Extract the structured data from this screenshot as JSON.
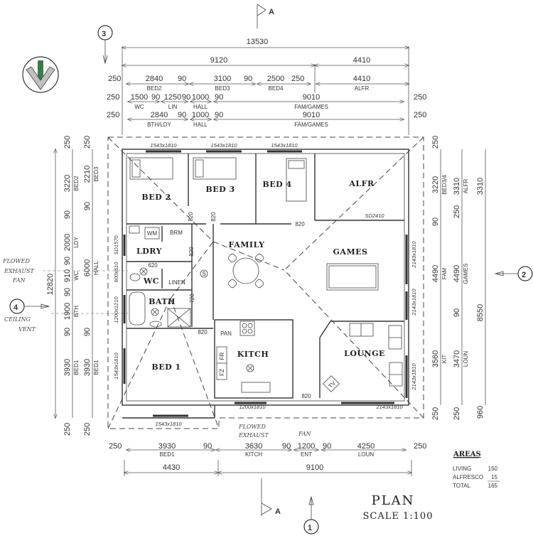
{
  "plan": {
    "title": "PLAN",
    "scale": "SCALE 1:100",
    "section_marker": "A",
    "compass": "north-arrow"
  },
  "markers": {
    "m1": "1",
    "m2": "2",
    "m3": "3",
    "m4": "4"
  },
  "top_dims": {
    "overall": "13530",
    "row2": [
      "9120",
      "4410"
    ],
    "row3": [
      {
        "value": "250",
        "label": ""
      },
      {
        "value": "2840",
        "label": "BED2"
      },
      {
        "value": "90",
        "label": ""
      },
      {
        "value": "3100",
        "label": "BED3"
      },
      {
        "value": "90",
        "label": ""
      },
      {
        "value": "2500",
        "label": "BED4"
      },
      {
        "value": "250",
        "label": ""
      },
      {
        "value": "4410",
        "label": "ALFR"
      }
    ],
    "row4": [
      {
        "value": "250",
        "label": ""
      },
      {
        "value": "1500",
        "label": "WC"
      },
      {
        "value": "90",
        "label": ""
      },
      {
        "value": "1250",
        "label": "LIN"
      },
      {
        "value": "90",
        "label": ""
      },
      {
        "value": "1000",
        "label": "HALL"
      },
      {
        "value": "90",
        "label": ""
      },
      {
        "value": "9010",
        "label": "FAM/GAMES"
      },
      {
        "value": "250",
        "label": ""
      }
    ],
    "row5": [
      {
        "value": "250",
        "label": ""
      },
      {
        "value": "2840",
        "label": "BTH/LDY"
      },
      {
        "value": "90",
        "label": ""
      },
      {
        "value": "1000",
        "label": "HALL"
      },
      {
        "value": "90",
        "label": ""
      },
      {
        "value": "9010",
        "label": "FAM/GAMES"
      },
      {
        "value": "250",
        "label": ""
      }
    ]
  },
  "bottom_dims": {
    "row1": [
      {
        "value": "250",
        "label": ""
      },
      {
        "value": "3930",
        "label": "BED1"
      },
      {
        "value": "90",
        "label": ""
      },
      {
        "value": "3630",
        "label": "KITCH"
      },
      {
        "value": "90",
        "label": ""
      },
      {
        "value": "1200",
        "label": "ENT"
      },
      {
        "value": "90",
        "label": ""
      },
      {
        "value": "4250",
        "label": "LOUN"
      },
      {
        "value": "250",
        "label": ""
      }
    ],
    "row2": [
      "4430",
      "9100"
    ]
  },
  "left_dims": {
    "overall": "12820",
    "col1": [
      {
        "value": "250",
        "label": ""
      },
      {
        "value": "3220",
        "label": "BED2"
      },
      {
        "value": "90",
        "label": ""
      },
      {
        "value": "2000",
        "label": "LDY"
      },
      {
        "value": "90",
        "label": ""
      },
      {
        "value": "910",
        "label": "WC"
      },
      {
        "value": "90",
        "label": ""
      },
      {
        "value": "1900",
        "label": "BTH"
      },
      {
        "value": "90",
        "label": ""
      },
      {
        "value": "3930",
        "label": "BED1"
      },
      {
        "value": "250",
        "label": ""
      }
    ],
    "col2": [
      {
        "value": "250",
        "label": ""
      },
      {
        "value": "2210",
        "label": "BED3"
      },
      {
        "value": "90",
        "label": ""
      },
      {
        "value": "6000",
        "label": "HALL"
      },
      {
        "value": "90",
        "label": ""
      },
      {
        "value": "3930",
        "label": "BED1"
      },
      {
        "value": "250",
        "label": ""
      }
    ]
  },
  "right_dims": {
    "col1": [
      {
        "value": "250",
        "label": ""
      },
      {
        "value": "3220",
        "label": "BED3/4"
      },
      {
        "value": "90",
        "label": ""
      },
      {
        "value": "4490",
        "label": "FAM"
      },
      {
        "value": "3560",
        "label": "KIT"
      },
      {
        "value": "250",
        "label": ""
      }
    ],
    "col2": [
      {
        "value": "3310",
        "label": "ALFR"
      },
      {
        "value": "250",
        "label": ""
      },
      {
        "value": "4490",
        "label": "GAMES"
      },
      {
        "value": "90",
        "label": ""
      },
      {
        "value": "3470",
        "label": "LOUN"
      },
      {
        "value": "250",
        "label": ""
      }
    ],
    "col3": [
      {
        "value": "3310",
        "label": ""
      },
      {
        "value": "8550",
        "label": ""
      },
      {
        "value": "960",
        "label": ""
      }
    ]
  },
  "rooms": {
    "bed2": "BED 2",
    "bed3": "BED 3",
    "bed4": "BED 4",
    "alfr": "ALFR",
    "family": "FAMILY",
    "games": "GAMES",
    "ldry": "LDRY",
    "wc": "WC",
    "bath": "BATH",
    "bed1": "BED 1",
    "kitch": "KITCH",
    "lounge": "LOUNGE",
    "linen": "LINEN",
    "brm": "BRM",
    "wm": "WM",
    "pan": "PAN",
    "fr": "FR",
    "fz": "FZ",
    "tv": "TV",
    "smoke": "S"
  },
  "windows": {
    "bed2": "1543x1810",
    "bed3": "1543x1810",
    "bed4": "1543x1810",
    "alfr_door": "SD2410",
    "ldry_door": "SD1570",
    "wc": "600x610",
    "bath": "1200x1210",
    "bed1_side": "1543x1810",
    "bed1_bottom": "1543x1810",
    "kitch": "1200x1810",
    "lounge_bottom": "2143x1810",
    "lounge_side": "2143x1810",
    "games_side1": "2143x1810",
    "games_side2": "2143x1810"
  },
  "doors": {
    "bed2": "820",
    "bed3": "820",
    "bed4": "820",
    "ldry": "820",
    "wc": "620",
    "bath": "720",
    "bed1": "820",
    "entry": "820"
  },
  "notes": {
    "left_upper": [
      "FLOWED",
      "EXHAUST",
      "FAN"
    ],
    "left_lower": [
      "CEILING",
      "VENT"
    ],
    "bottom": [
      "FLOWED",
      "EXHAUST",
      "FAN"
    ]
  },
  "areas": {
    "heading": "AREAS",
    "rows": [
      {
        "label": "LIVING",
        "value": "150"
      },
      {
        "label": "ALFRESCO",
        "value": "15"
      },
      {
        "label": "TOTAL",
        "value": "165"
      }
    ]
  }
}
